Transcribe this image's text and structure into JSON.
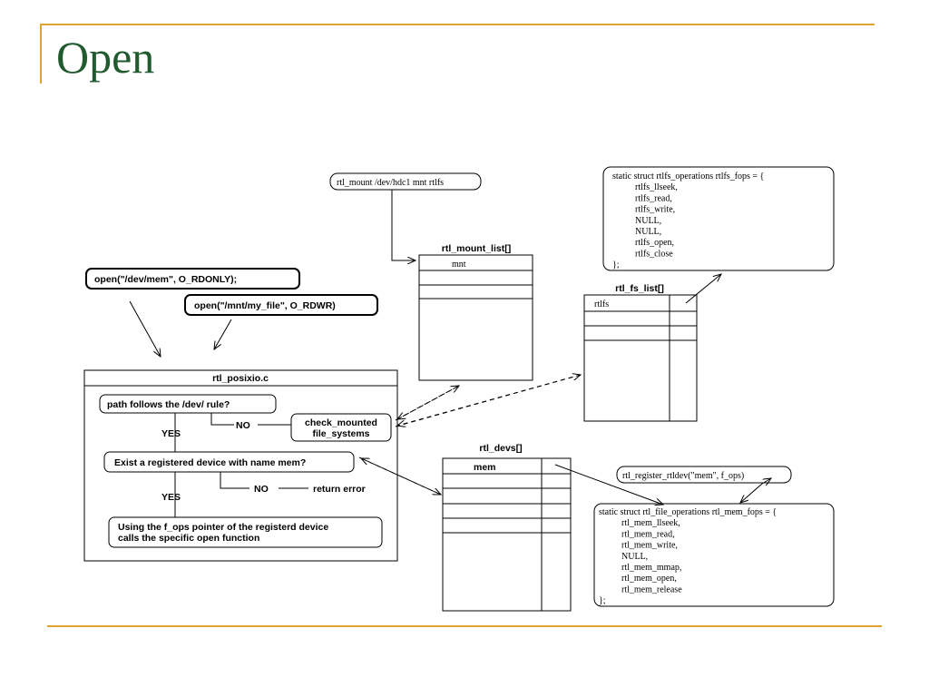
{
  "slide": {
    "title": "Open"
  },
  "calls": {
    "open_mem": "open(\"/dev/mem\", O_RDONLY);",
    "open_file": "open(\"/mnt/my_file\", O_RDWR)",
    "mount": "rtl_mount /dev/hdc1 mnt rtlfs",
    "register": "rtl_register_rtldev(\"mem\", f_ops)"
  },
  "posixio": {
    "title": "rtl_posixio.c",
    "dev_rule": "path follows the /dev/ rule?",
    "yes1": "YES",
    "no1": "NO",
    "check_line1": "check_mounted",
    "check_line2": "file_systems",
    "exist_device": "Exist a registered device with name mem?",
    "yes2": "YES",
    "no2": "NO",
    "return_error": "return error",
    "fops_line1": "Using the f_ops pointer of the registerd device",
    "fops_line2": "calls the specific open function"
  },
  "mount_list": {
    "title": "rtl_mount_list[]",
    "entry": "mnt"
  },
  "fs_list": {
    "title": "rtl_fs_list[]",
    "entry": "rtlfs"
  },
  "devs": {
    "title": "rtl_devs[]",
    "entry": "mem"
  },
  "rtlfs_fops": {
    "lines": [
      "static struct rtlfs_operations rtlfs_fops = {",
      "rtlfs_llseek,",
      "rtlfs_read,",
      "rtlfs_write,",
      "NULL,",
      "NULL,",
      "rtlfs_open,",
      "rtlfs_close",
      "};"
    ]
  },
  "mem_fops": {
    "lines": [
      "static struct rtl_file_operations rtl_mem_fops = {",
      "rtl_mem_llseek,",
      "rtl_mem_read,",
      "rtl_mem_write,",
      "NULL,",
      "rtl_mem_mmap,",
      "rtl_mem_open,",
      "rtl_mem_release",
      "};"
    ]
  }
}
